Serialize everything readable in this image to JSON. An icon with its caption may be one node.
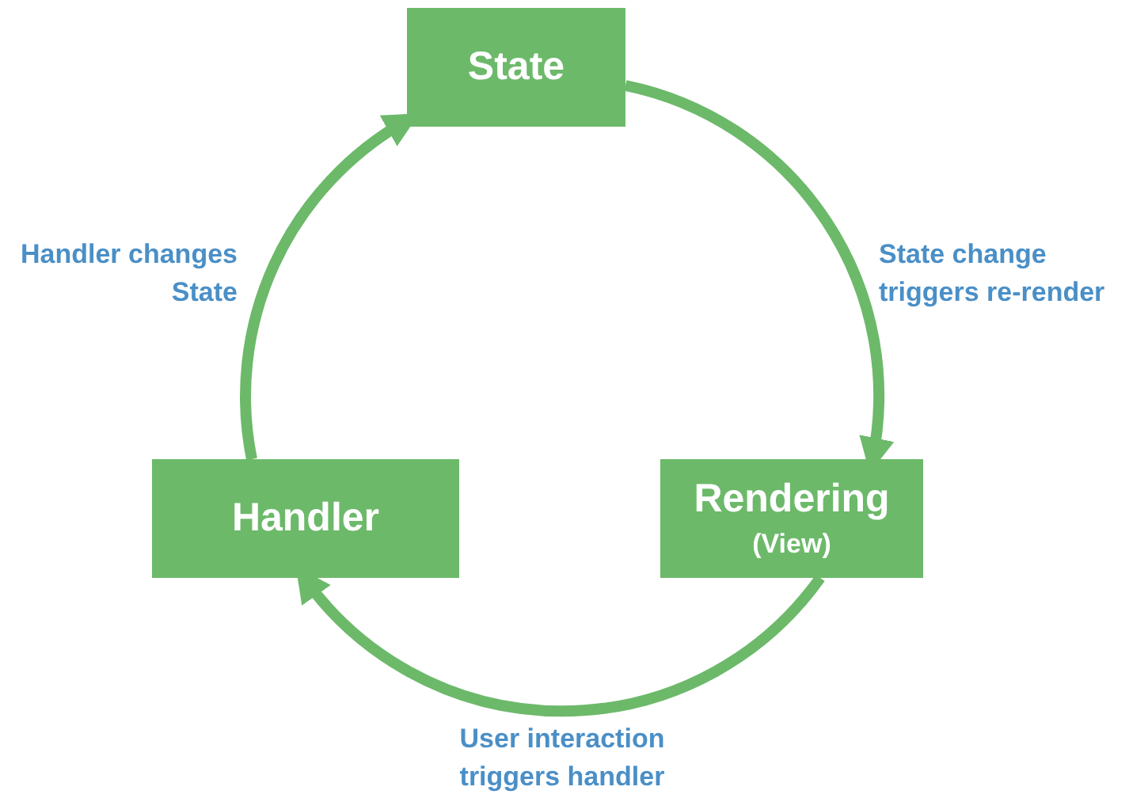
{
  "diagram": {
    "nodes": [
      {
        "text": [
          "State"
        ]
      },
      {
        "text": [
          "Rendering",
          "(View)"
        ]
      },
      {
        "text": [
          "Handler"
        ]
      }
    ],
    "edges": [
      {
        "from": 0,
        "to": 1,
        "arrow": "to",
        "label": "State change triggers re-render"
      },
      {
        "from": 1,
        "to": 2,
        "arrow": "to",
        "label": "User interaction triggers handler"
      },
      {
        "from": 2,
        "to": 0,
        "arrow": "to",
        "label": "Handler changes State"
      }
    ]
  }
}
